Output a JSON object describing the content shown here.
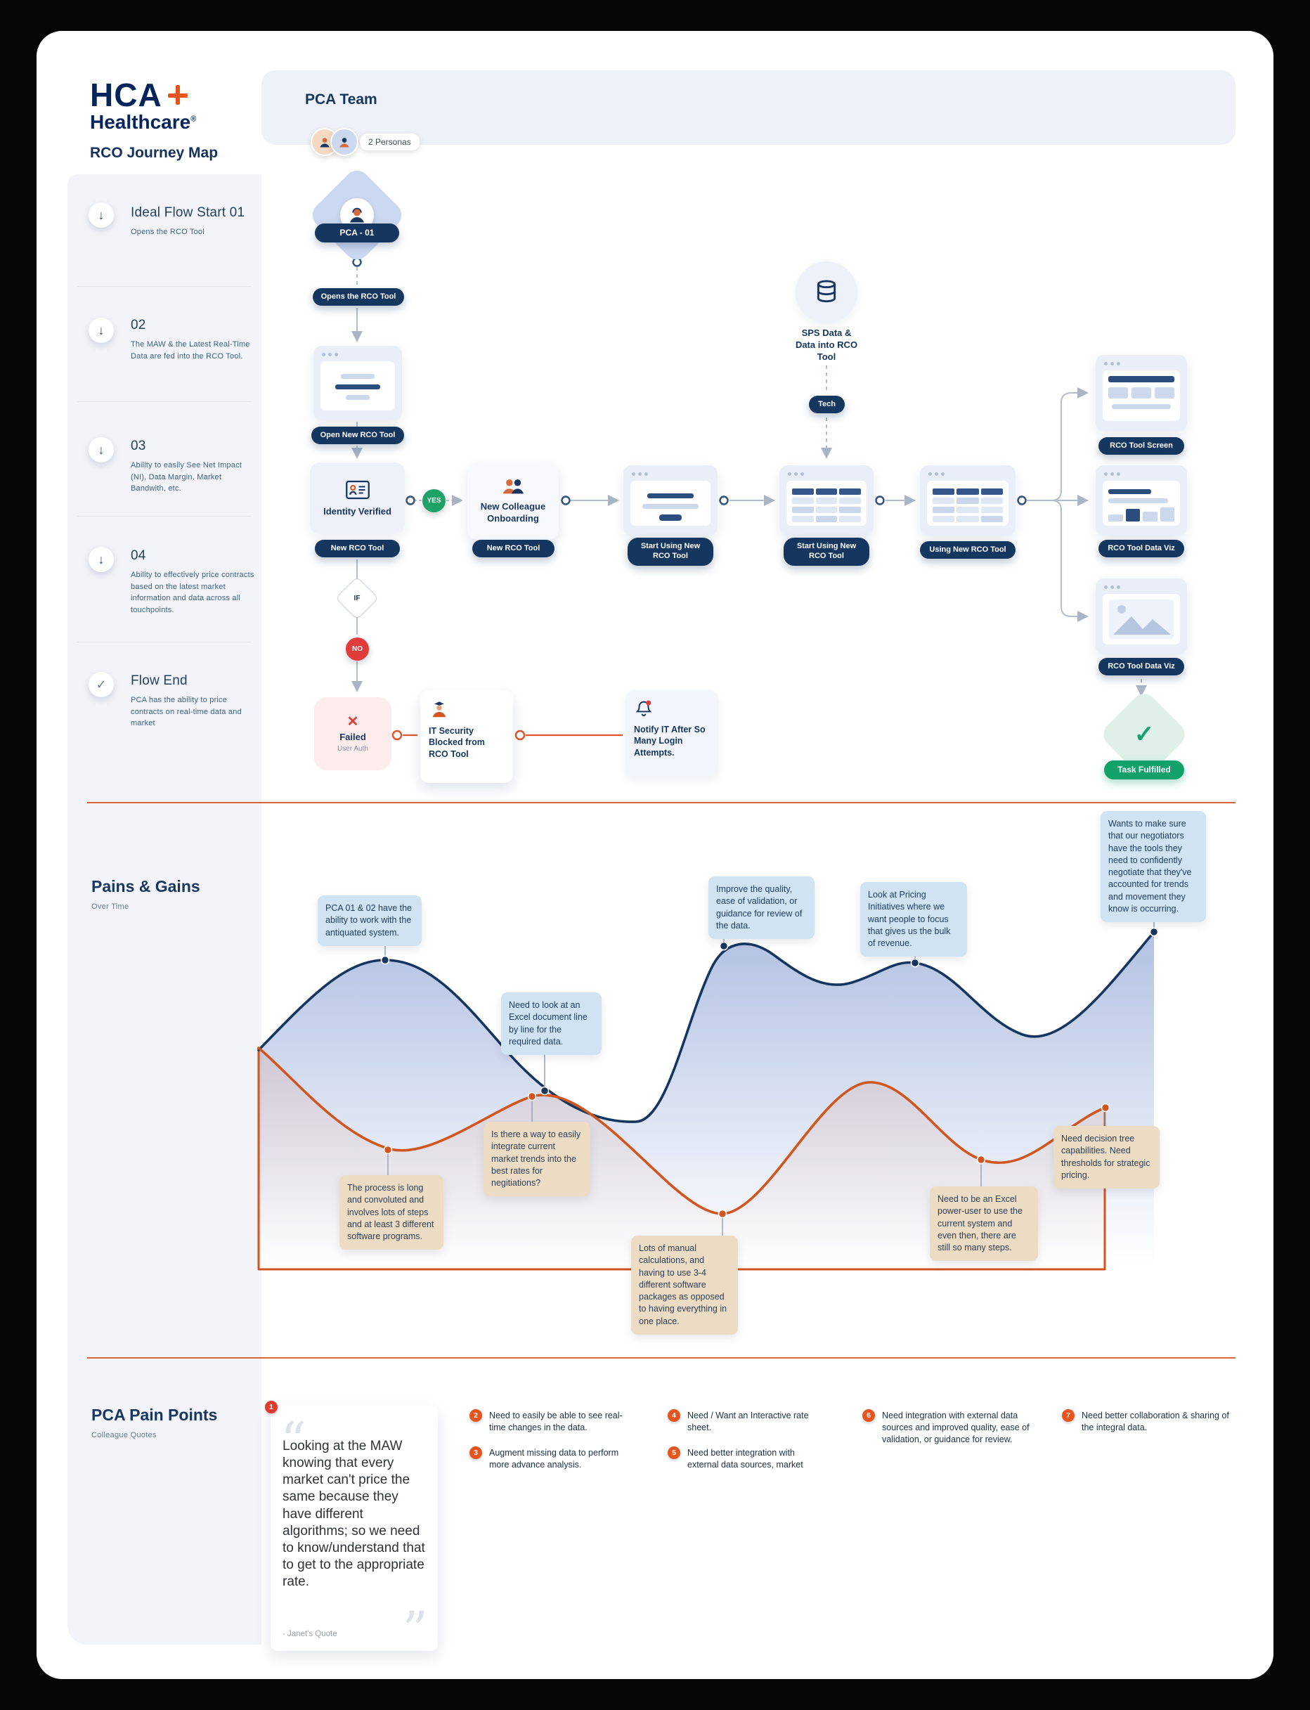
{
  "brand": {
    "name_line1": "HCA",
    "name_line2": "Healthcare",
    "registered_mark": "®",
    "product_title": "RCO Journey Map"
  },
  "header": {
    "team_label": "PCA Team",
    "personas_label": "2 Personas"
  },
  "sidebar": {
    "steps": [
      {
        "title": "Ideal Flow Start 01",
        "desc": "Opens the RCO Tool"
      },
      {
        "title": "02",
        "desc": "The MAW & the Latest Real-Time Data are fed into the RCO Tool."
      },
      {
        "title": "03",
        "desc": "Ability to easily See Net Impact (NI), Data Margin, Market Bandwith, etc."
      },
      {
        "title": "04",
        "desc": "Ability to effectively price contracts based on the latest market information and data across all touchpoints."
      },
      {
        "title": "Flow End",
        "desc": "PCA has the ability to price contracts on real-time data and market"
      }
    ],
    "pains_gains_title": "Pains & Gains",
    "pains_gains_subtitle": "Over Time",
    "pain_points_title": "PCA Pain Points",
    "pain_points_subtitle": "Colleague Quotes"
  },
  "flow": {
    "persona_pill": "PCA - 01",
    "step_opens": "Opens the RCO Tool",
    "pill_open_new": "Open New RCO Tool",
    "identity_title": "Identity Verified",
    "identity_pill": "New RCO Tool",
    "yes_label": "YES",
    "onboarding_title": "New Colleague Onboarding",
    "onboarding_pill": "New RCO Tool",
    "pill_start_1": "Start Using New RCO Tool",
    "pill_start_2": "Start Using New RCO Tool",
    "pill_using": "Using New RCO Tool",
    "pill_screen": "RCO Tool Screen",
    "pill_dataviz_1": "RCO Tool Data Viz",
    "pill_dataviz_2": "RCO Tool Data Viz",
    "sps_title": "SPS Data & Data into RCO Tool",
    "sps_pill": "Tech",
    "if_label": "IF",
    "no_label": "NO",
    "failed_title": "Failed",
    "failed_sub": "User Auth",
    "security_title": "IT Security Blocked from RCO Tool",
    "notify_title": "Notify IT After So Many Login Attempts.",
    "fulfilled_pill": "Task Fulfilled"
  },
  "callouts": {
    "gains": [
      "PCA 01 & 02 have the ability to work with the antiquated system.",
      "Need to look at an Excel document line by line for the required data.",
      "Improve the quality, ease of validation, or guidance for review of the data.",
      "Look at Pricing Initiatives where we want people to focus that gives us the bulk of revenue.",
      "Wants to make sure that our negotiators have the tools they need to confidently negotiate that they've accounted for trends and movement they know is occurring."
    ],
    "pains": [
      "The process is long and convoluted and involves lots of steps and at least 3 different software programs.",
      "Is there a way to easily integrate current market trends into the best rates for negitiations?",
      "Lots of manual calculations, and having to use 3-4 different software packages as opposed to having everything in one place.",
      "Need to be an Excel power-user to use the current system and even then, there are still so many steps.",
      "Need decision tree capabilities. Need thresholds for strategic pricing."
    ]
  },
  "pain_points": {
    "quote": {
      "num": "1",
      "text": "Looking at the MAW knowing that every market can't price the same because they have different algorithms; so we need to know/understand that to get to the appropriate rate.",
      "attribution": "- Janet's Quote"
    },
    "items": [
      {
        "num": "2",
        "text": "Need to easily be able to see real-time changes in the data."
      },
      {
        "num": "3",
        "text": "Augment missing data to perform more advance analysis."
      },
      {
        "num": "4",
        "text": "Need / Want an Interactive rate sheet."
      },
      {
        "num": "5",
        "text": "Need better integration with external data sources, market"
      },
      {
        "num": "6",
        "text": "Need integration with external data sources and improved quality, ease of validation, or guidance for review."
      },
      {
        "num": "7",
        "text": "Need better collaboration & sharing of the integral data."
      }
    ]
  }
}
